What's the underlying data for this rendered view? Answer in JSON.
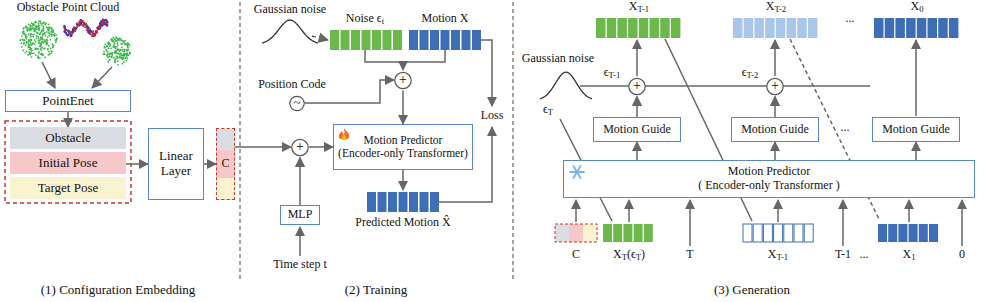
{
  "diagram": {
    "nodes": [
      {
        "text": [
          "PointEnet"
        ]
      },
      {
        "text": [
          "Obstacle"
        ]
      },
      {
        "text": [
          "Initial Pose"
        ]
      },
      {
        "text": [
          "Target Pose"
        ]
      },
      {
        "text": [
          "Linear Layer"
        ]
      },
      {
        "text": [
          "C"
        ]
      },
      {
        "text": [
          "+"
        ]
      },
      {
        "text": [
          "MLP"
        ]
      },
      {
        "text": [
          "~"
        ]
      },
      {
        "text": [
          "+"
        ]
      },
      {
        "text": [
          "Motion Predictor (Encoder-only Transformer)"
        ]
      },
      {
        "text": [
          "+"
        ]
      },
      {
        "text": [
          "+"
        ]
      },
      {
        "text": [
          "Motion Guide"
        ]
      },
      {
        "text": [
          "Motion Guide"
        ]
      },
      {
        "text": [
          "Motion Guide"
        ]
      },
      {
        "text": [
          "Motion Predictor ( Encoder-only Transformer )"
        ]
      }
    ],
    "edges": [
      {
        "from": 0,
        "to": 1,
        "arrow": "to"
      },
      {
        "from": 2,
        "to": 4,
        "arrow": "to"
      },
      {
        "from": 4,
        "to": 5,
        "arrow": "to"
      },
      {
        "from": 5,
        "to": 6,
        "arrow": "to"
      },
      {
        "from": 7,
        "to": 6,
        "arrow": "to"
      },
      {
        "from": 6,
        "to": 10,
        "arrow": "to"
      },
      {
        "from": 8,
        "to": 9,
        "arrow": "to"
      },
      {
        "from": 9,
        "to": 10,
        "arrow": "to"
      },
      {
        "from": 16,
        "to": 13,
        "arrow": "to"
      },
      {
        "from": 16,
        "to": 14,
        "arrow": "to"
      },
      {
        "from": 16,
        "to": 15,
        "arrow": "to"
      },
      {
        "from": 13,
        "to": 11,
        "arrow": "to"
      },
      {
        "from": 14,
        "to": 12,
        "arrow": "to"
      }
    ],
    "labels": [
      "Obstacle Point Cloud",
      "(1) Configuration Embedding",
      "Gaussian noise",
      "Noise ϵt",
      "Motion X",
      "Position Code",
      "Loss",
      "Predicted Motion X̂",
      "Time step t",
      "(2) Training",
      "XT-1",
      "XT-2",
      "...",
      "X0",
      "Gaussian noise",
      "ϵT",
      "ϵT-1",
      "ϵT-2",
      "...",
      "C",
      "XT(ϵT)",
      "T",
      "XT-1",
      "T-1",
      "...",
      "X1",
      "0",
      "(3) Generation"
    ]
  }
}
